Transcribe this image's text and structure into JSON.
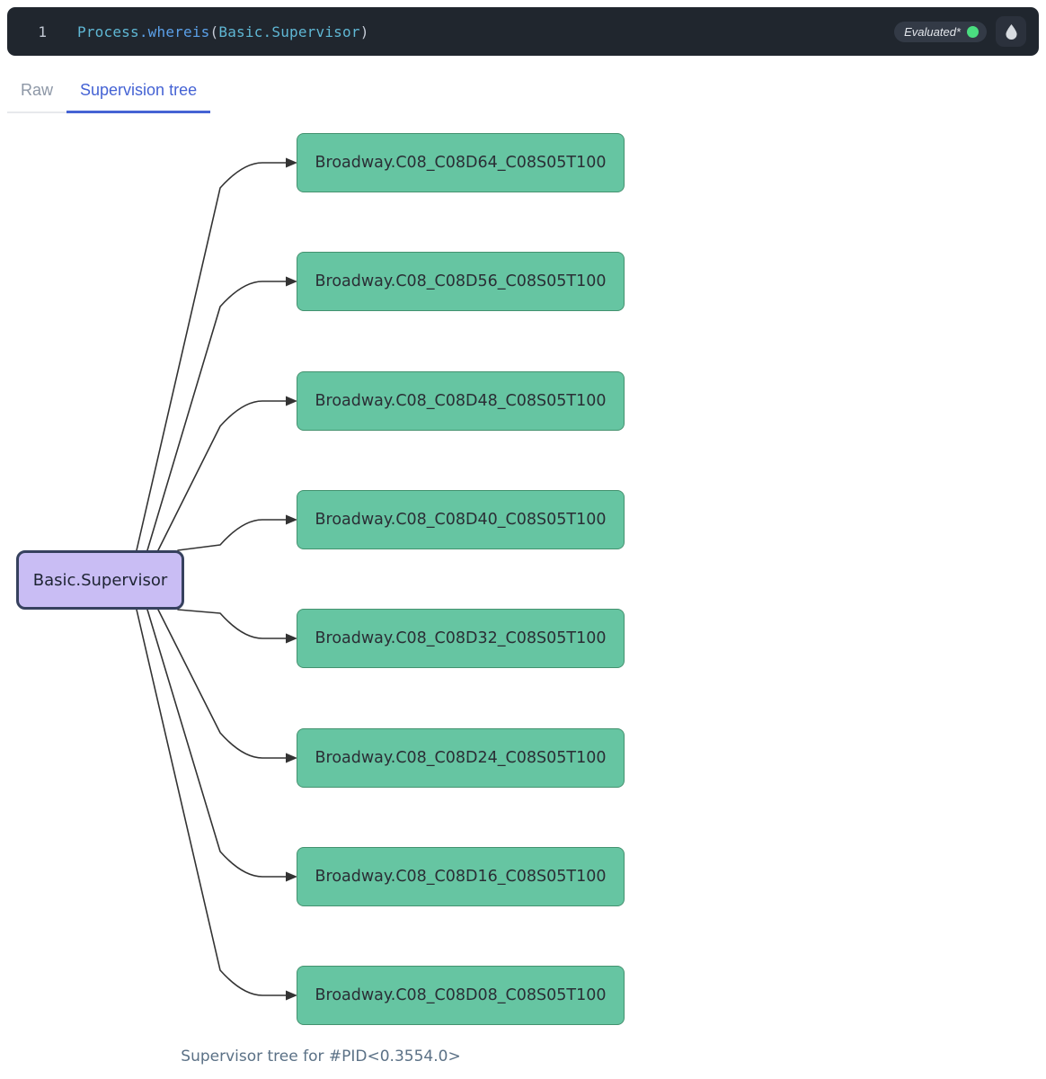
{
  "code_cell": {
    "line_number": "1",
    "tokens": [
      {
        "text": "Process",
        "color": "#5fb7d4"
      },
      {
        "text": ".whereis",
        "color": "#5ba0e8"
      },
      {
        "text": "(",
        "color": "#c5cbd6"
      },
      {
        "text": "Basic.Supervisor",
        "color": "#5fb7d4"
      },
      {
        "text": ")",
        "color": "#c5cbd6"
      }
    ],
    "status_label": "Evaluated*",
    "status_dot_color": "#4ade80",
    "droplet_icon": "droplet-icon"
  },
  "tabs": {
    "items": [
      {
        "label": "Raw",
        "active": false
      },
      {
        "label": "Supervision tree",
        "active": true
      }
    ]
  },
  "diagram": {
    "root_label": "Basic.Supervisor",
    "children_labels": [
      "Broadway.C08_C08D64_C08S05T100",
      "Broadway.C08_C08D56_C08S05T100",
      "Broadway.C08_C08D48_C08S05T100",
      "Broadway.C08_C08D40_C08S05T100",
      "Broadway.C08_C08D32_C08S05T100",
      "Broadway.C08_C08D24_C08S05T100",
      "Broadway.C08_C08D16_C08S05T100",
      "Broadway.C08_C08D08_C08S05T100"
    ],
    "caption": "Supervisor tree for #PID<0.3554.0>",
    "colors": {
      "root_fill": "#c9bdf4",
      "root_stroke": "#36415e",
      "child_fill": "#66c5a2",
      "child_stroke": "#44926f",
      "edge": "#333333",
      "active_tab": "#4563d4"
    }
  }
}
